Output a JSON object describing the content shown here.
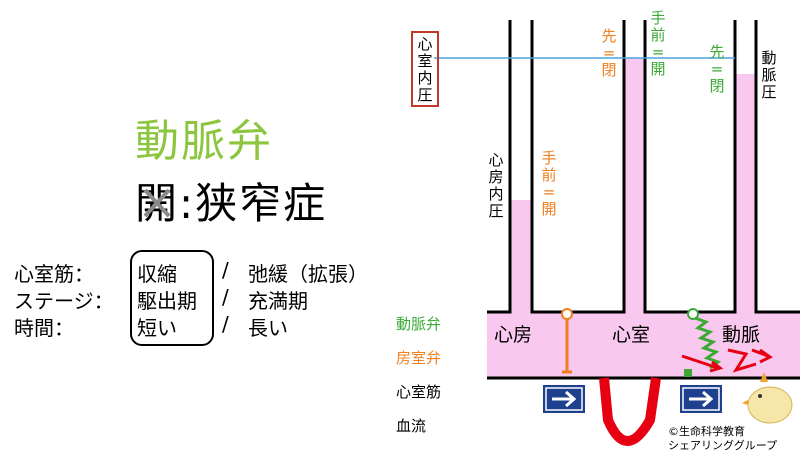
{
  "title": "動脈弁",
  "subtitle": {
    "crossed_char": "開",
    "rest": ":狭窄症"
  },
  "table": {
    "rows": [
      {
        "label": "心室筋：",
        "boxed": "収縮",
        "other": "弛緩（拡張）"
      },
      {
        "label": "ステージ：",
        "boxed": "駆出期",
        "other": "充満期"
      },
      {
        "label": "時間：",
        "boxed": "短い",
        "other": "長い"
      }
    ],
    "separator": "/"
  },
  "legend": {
    "items": [
      {
        "label": "動脈弁",
        "color": "#3aaa35"
      },
      {
        "label": "房室弁",
        "color": "#f07f1e"
      },
      {
        "label": "心室筋",
        "color": "#000000"
      },
      {
        "label": "血流",
        "color": "#000000"
      }
    ]
  },
  "diagram": {
    "chambers": [
      "心房",
      "心室",
      "動脈"
    ],
    "pressure_labels": {
      "ventricle_pressure": [
        "心",
        "室",
        "内",
        "圧"
      ],
      "atrial_pressure": [
        "心",
        "房",
        "内",
        "圧"
      ],
      "arterial_pressure": [
        "動",
        "脈",
        "圧"
      ],
      "av_valve_first_open": [
        "手",
        "前",
        "=",
        "開"
      ],
      "semilunar_first_closed": [
        "先",
        "=",
        "閉"
      ],
      "semilunar_front_open": [
        "手",
        "前",
        "=",
        "開"
      ],
      "semilunar_first_closed_right": [
        "先",
        "=",
        "閉"
      ]
    },
    "arrow_icon": "right-arrow-icon",
    "colors": {
      "pressure_fill": "#f9c8ee",
      "arterial_valve": "#3aaa35",
      "av_valve": "#f07f1e",
      "muscle": "#e60012",
      "arrow_box": "#1f3f8f",
      "indicator_line": "#4aa3df",
      "indicator_box": "#c0392b"
    }
  },
  "credit": {
    "line1": "©生命科学教育",
    "line2": "シェアリンググループ"
  }
}
